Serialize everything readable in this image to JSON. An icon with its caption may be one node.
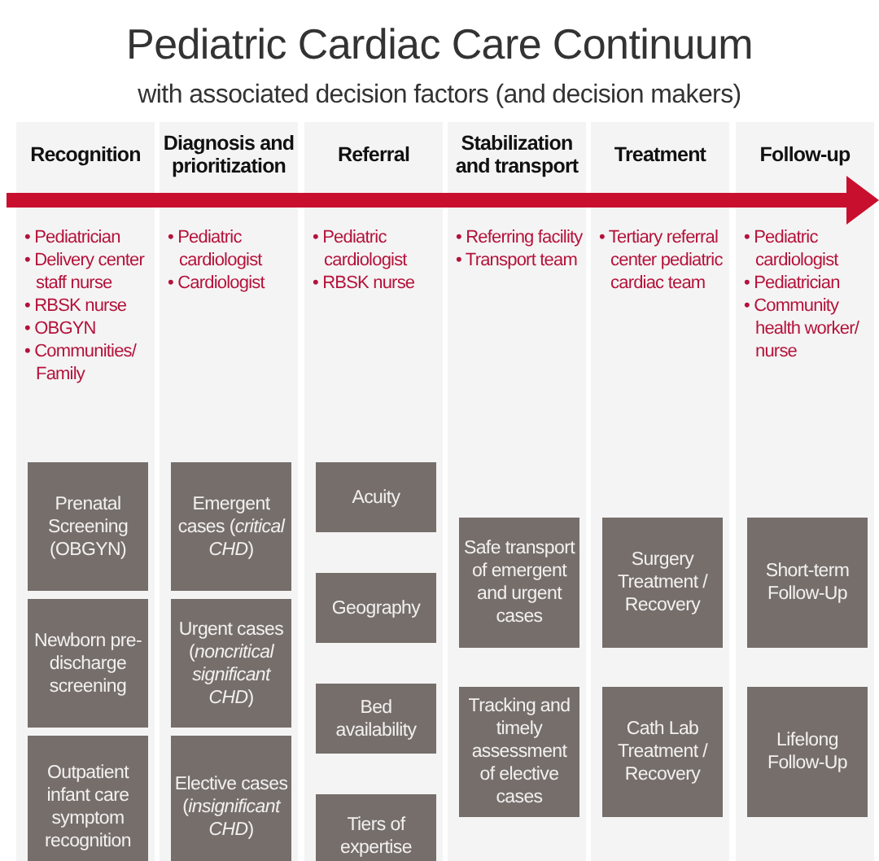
{
  "diagram": {
    "title": "Pediatric Cardiac Care Continuum",
    "nodes": [
      {
        "text": [
          "Recognition",
          "• Pediatrician",
          "• Delivery center staff nurse",
          "• RBSK nurse",
          "• OBGYN",
          "• Communities/ Family"
        ]
      },
      {
        "text": [
          "Prenatal Screening (OBGYN)"
        ],
        "in": 0
      },
      {
        "text": [
          "Newborn pre-discharge screening"
        ],
        "in": 0
      },
      {
        "text": [
          "Outpatient infant care symptom recognition"
        ],
        "in": 0
      },
      {
        "text": [
          "Diagnosis and prioritization",
          "• Pediatric cardiologist",
          "• Cardiologist"
        ]
      },
      {
        "text": [
          "Emergent cases (*critical CHD*)"
        ],
        "in": 4
      },
      {
        "text": [
          "Urgent cases (*noncritical significant CHD*)"
        ],
        "in": 4
      },
      {
        "text": [
          "Elective cases (*insignificant CHD*)"
        ],
        "in": 4
      },
      {
        "text": [
          "Referral",
          "• Pediatric cardiologist",
          "• RBSK nurse"
        ]
      },
      {
        "text": [
          "Acuity"
        ],
        "in": 8
      },
      {
        "text": [
          "Geography"
        ],
        "in": 8
      },
      {
        "text": [
          "Bed availability"
        ],
        "in": 8
      },
      {
        "text": [
          "Tiers of expertise"
        ],
        "in": 8
      },
      {
        "text": [
          "Stabilization and transport",
          "• Referring facility",
          "• Transport team"
        ]
      },
      {
        "text": [
          "Safe transport of emergent and urgent cases"
        ],
        "in": 13
      },
      {
        "text": [
          "Tracking and timely assessment of elective cases"
        ],
        "in": 13
      },
      {
        "text": [
          "Treatment",
          "• Tertiary referral center pediatric cardiac team"
        ]
      },
      {
        "text": [
          "Surgery Treatment / Recovery"
        ],
        "in": 16
      },
      {
        "text": [
          "Cath Lab Treatment / Recovery"
        ],
        "in": 16
      },
      {
        "text": [
          "Follow-up",
          "• Pediatric cardiologist",
          "• Pediatrician",
          "• Community health worker/ nurse"
        ]
      },
      {
        "text": [
          "Short-term Follow-Up"
        ],
        "in": 19
      },
      {
        "text": [
          "Lifelong Follow-Up"
        ],
        "in": 19
      }
    ],
    "labels": [
      "with associated decision factors (and decision makers)"
    ]
  }
}
